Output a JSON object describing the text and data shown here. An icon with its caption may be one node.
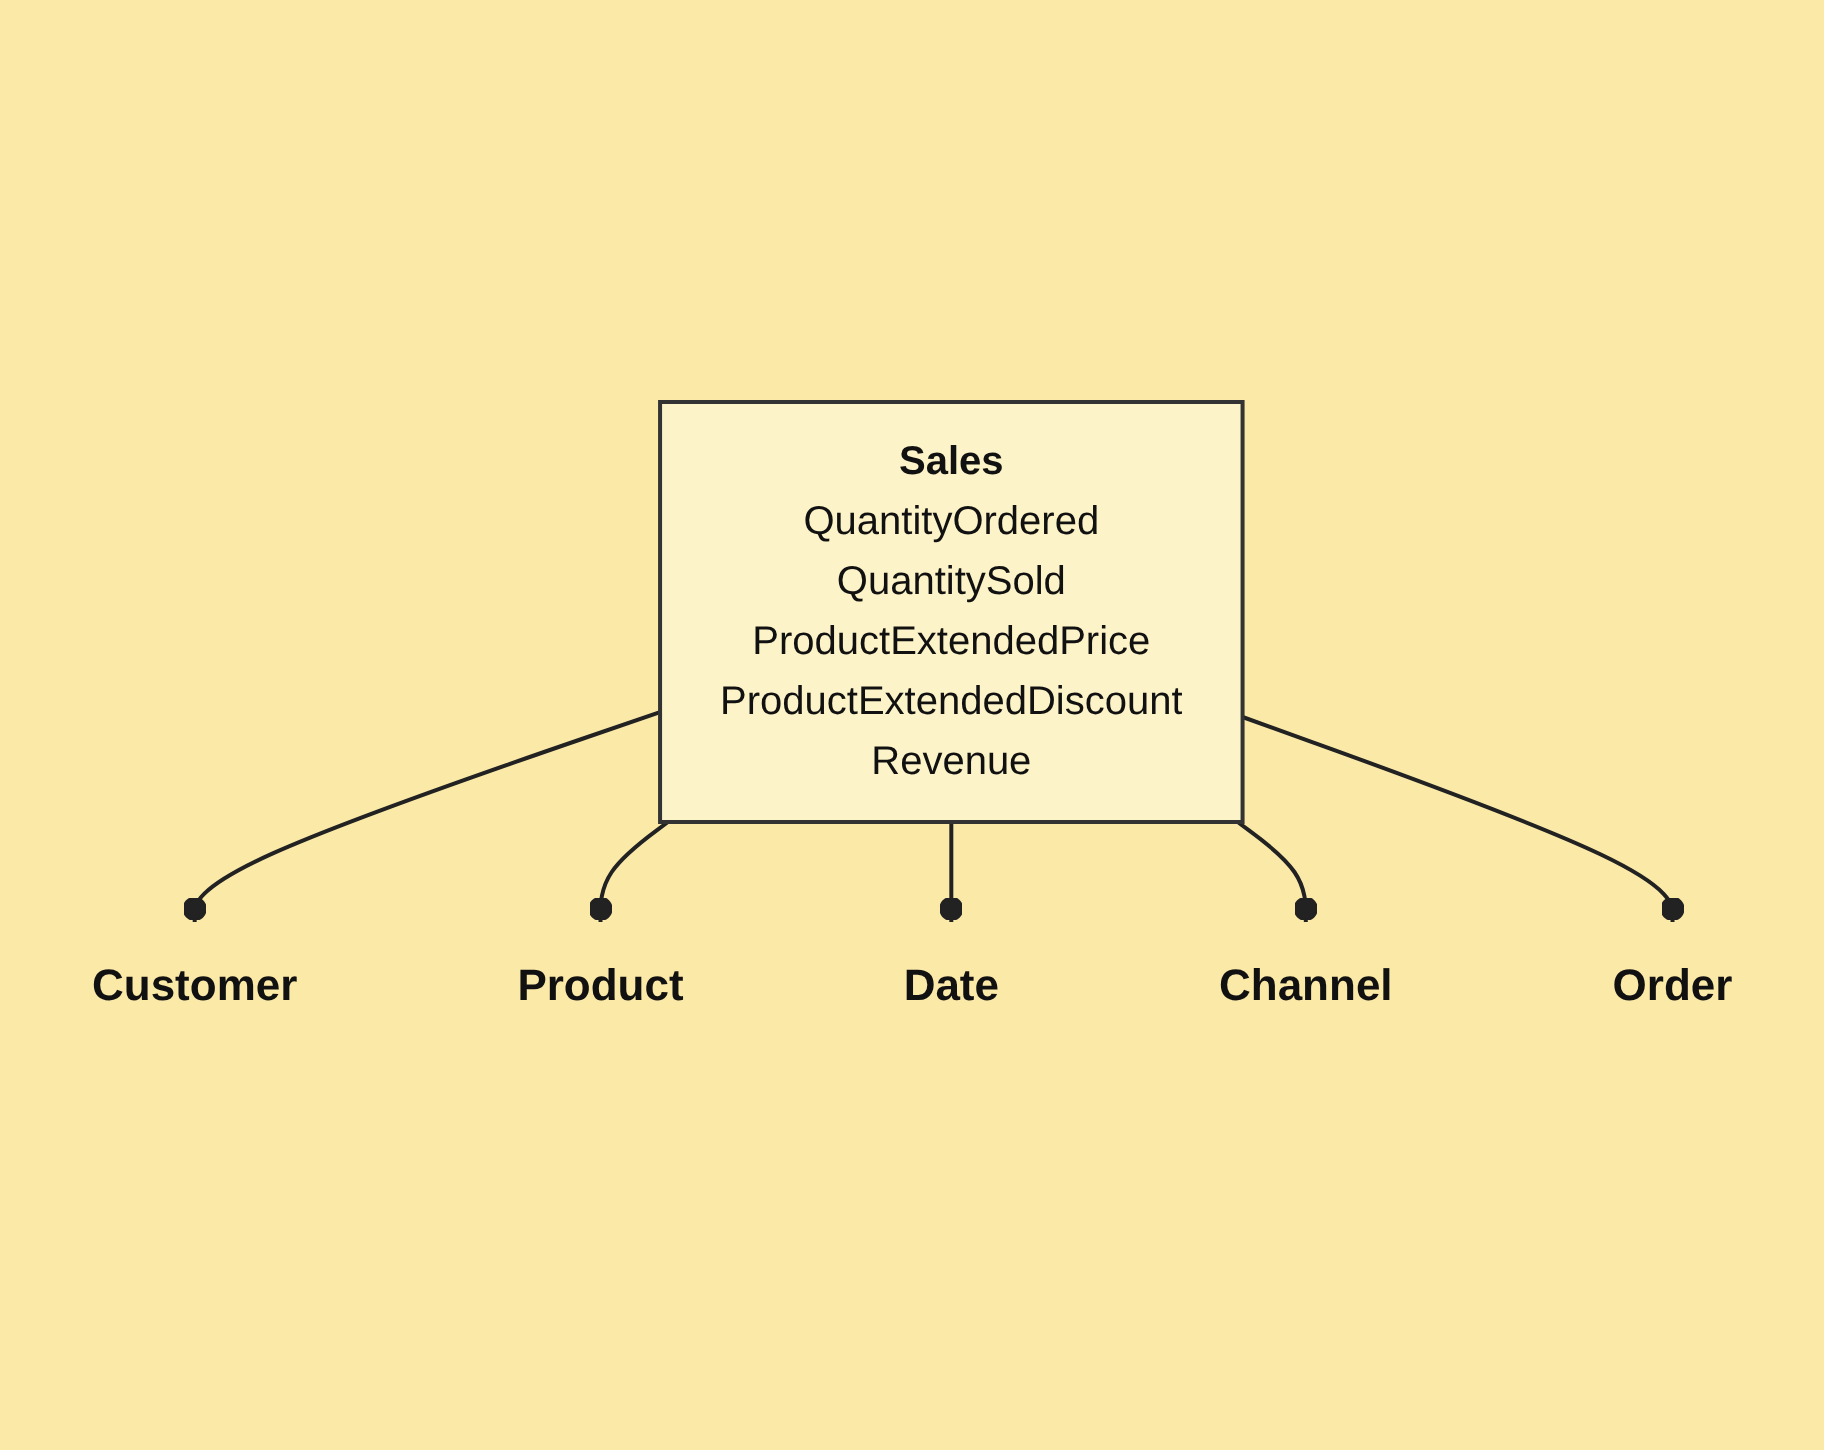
{
  "diagram": {
    "nodes": [
      {
        "text": [
          "Sales",
          "QuantityOrdered",
          "QuantitySold",
          "ProductExtendedPrice",
          "ProductExtendedDiscount",
          "Revenue"
        ]
      },
      {
        "text": [
          "Customer"
        ]
      },
      {
        "text": [
          "Product"
        ]
      },
      {
        "text": [
          "Date"
        ]
      },
      {
        "text": [
          "Channel"
        ]
      },
      {
        "text": [
          "Order"
        ]
      }
    ],
    "edges": [
      {
        "from": 0,
        "to": 1,
        "arrow": "other"
      },
      {
        "from": 0,
        "to": 2,
        "arrow": "other"
      },
      {
        "from": 0,
        "to": 3,
        "arrow": "other"
      },
      {
        "from": 0,
        "to": 4,
        "arrow": "other"
      },
      {
        "from": 0,
        "to": 5,
        "arrow": "other"
      }
    ]
  }
}
